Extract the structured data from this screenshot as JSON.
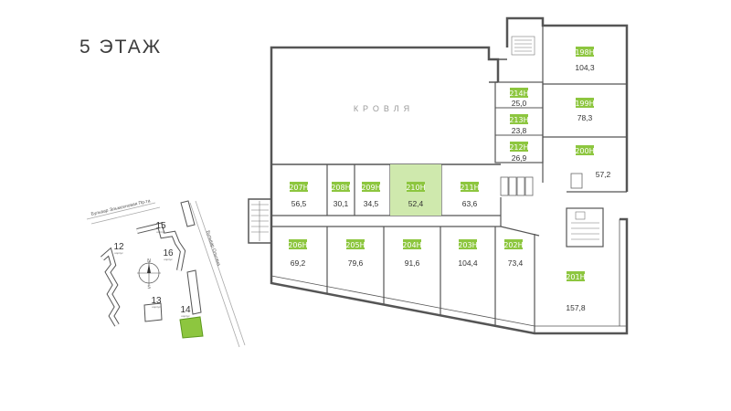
{
  "title": "5 ЭТАЖ",
  "roof_label": "КРОВЛЯ",
  "colors": {
    "accent": "#8dc63f",
    "selected_fill": "#cfe9ad",
    "wall": "#555555"
  },
  "units": [
    {
      "id": "198Н",
      "area": "104,3"
    },
    {
      "id": "199Н",
      "area": "78,3"
    },
    {
      "id": "200Н",
      "area": "57,2"
    },
    {
      "id": "201Н",
      "area": "157,8"
    },
    {
      "id": "202Н",
      "area": "73,4"
    },
    {
      "id": "203Н",
      "area": "104,4"
    },
    {
      "id": "204Н",
      "area": "91,6"
    },
    {
      "id": "205Н",
      "area": "79,6"
    },
    {
      "id": "206Н",
      "area": "69,2"
    },
    {
      "id": "207Н",
      "area": "56,5"
    },
    {
      "id": "208Н",
      "area": "30,1"
    },
    {
      "id": "209Н",
      "area": "34,5"
    },
    {
      "id": "210Н",
      "area": "52,4",
      "selected": true
    },
    {
      "id": "211Н",
      "area": "63,6"
    },
    {
      "id": "212Н",
      "area": "26,9"
    },
    {
      "id": "213Н",
      "area": "23,8"
    },
    {
      "id": "214Н",
      "area": "25,0"
    }
  ],
  "site_plan": {
    "streets": [
      "Бульвар Эльмсеновая Пр-та",
      "Бульвар Ольгина"
    ],
    "buildings": [
      {
        "num": "12",
        "label": "корпус"
      },
      {
        "num": "13",
        "label": "корпус"
      },
      {
        "num": "14",
        "label": "корпус",
        "highlighted": true
      },
      {
        "num": "15",
        "label": "корпус"
      },
      {
        "num": "16",
        "label": "корпус"
      }
    ],
    "compass": {
      "north": "N",
      "south": "S"
    }
  }
}
